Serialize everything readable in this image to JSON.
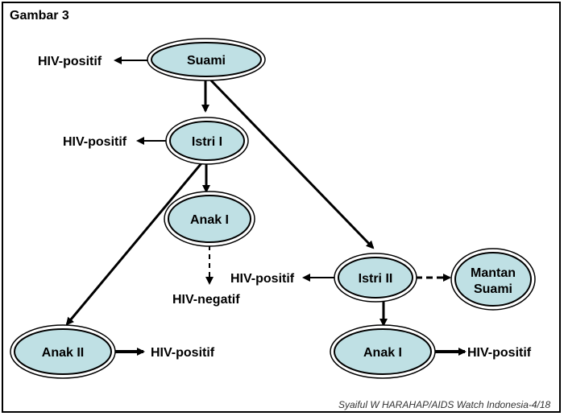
{
  "title": "Gambar 3",
  "credit": "Syaiful W HARAHAP/AIDS Watch Indonesia-4/18",
  "colors": {
    "node_fill": "#bfe0e4",
    "stroke": "#000000"
  },
  "nodes": {
    "suami": "Suami",
    "istri1": "Istri I",
    "anak1_left": "Anak I",
    "istri2": "Istri II",
    "mantan_line1": "Mantan",
    "mantan_line2": "Suami",
    "anak2": "Anak II",
    "anak1_right": "Anak I"
  },
  "labels": {
    "suami_status": "HIV-positif",
    "istri1_status": "HIV-positif",
    "anak1_left_status": "HIV-negatif",
    "istri2_status": "HIV-positif",
    "anak2_status": "HIV-positif",
    "anak1_right_status": "HIV-positif"
  }
}
